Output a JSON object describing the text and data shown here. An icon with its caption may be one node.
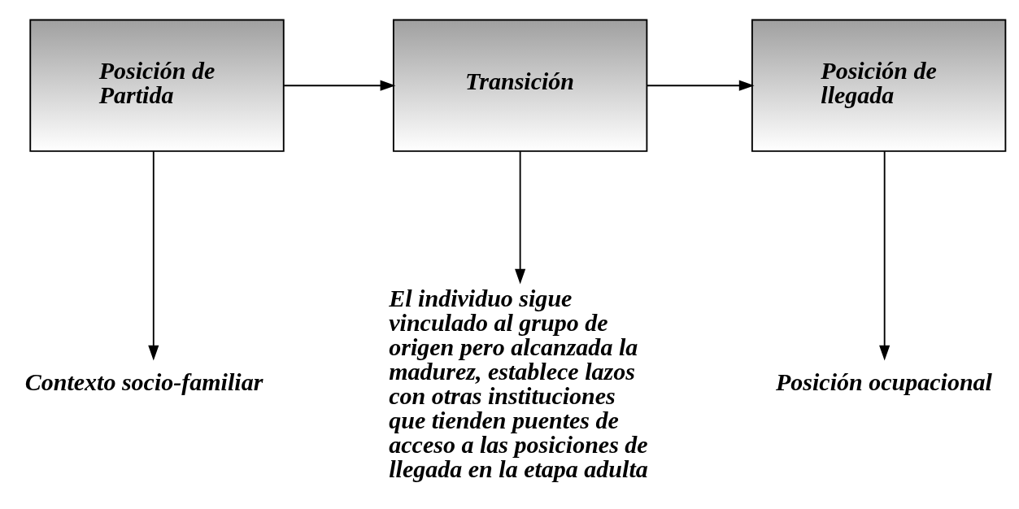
{
  "diagram": {
    "nodes": [
      {
        "text": [
          "Posición de Partida"
        ]
      },
      {
        "text": [
          "Transición"
        ]
      },
      {
        "text": [
          "Posición de llegada"
        ]
      },
      {
        "text": [
          "Contexto socio-familiar"
        ]
      },
      {
        "text": [
          "El individuo sigue vinculado al grupo de origen pero alcanzada la madurez, establece lazos con otras instituciones que tienden puentes de acceso a las posiciones de llegada en la etapa adulta"
        ]
      },
      {
        "text": [
          "Posición ocupacional"
        ]
      }
    ],
    "edges": [
      {
        "from": 0,
        "to": 1,
        "arrow": "to"
      },
      {
        "from": 1,
        "to": 2,
        "arrow": "to"
      },
      {
        "from": 0,
        "to": 3,
        "arrow": "to"
      },
      {
        "from": 1,
        "to": 4,
        "arrow": "to"
      },
      {
        "from": 2,
        "to": 5,
        "arrow": "to"
      }
    ]
  }
}
